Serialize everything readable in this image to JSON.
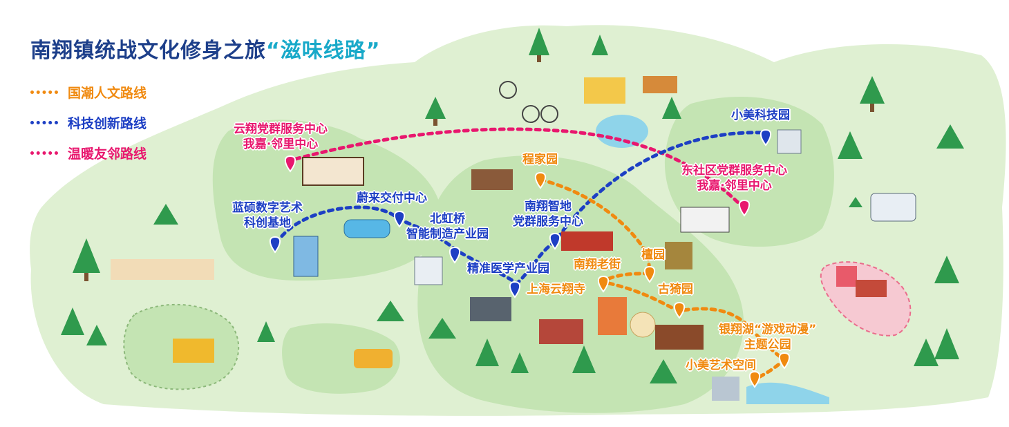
{
  "title": {
    "main": "南翔镇统战文化修身之旅",
    "highlight": "“滋味线路”"
  },
  "legend": [
    {
      "label": "国潮人文路线",
      "color": "#f08a10"
    },
    {
      "label": "科技创新路线",
      "color": "#1d3fc4"
    },
    {
      "label": "温暖友邻路线",
      "color": "#e8176e"
    }
  ],
  "colors": {
    "land_light": "#dff0d2",
    "land_mid": "#c4e4b3",
    "water": "#8fd4ea",
    "route_orange": "#f08a10",
    "route_blue": "#1d3fc4",
    "route_pink": "#e8176e"
  },
  "places": {
    "yunxiang_center": {
      "line1": "云翔党群服务中心",
      "line2": "我嘉·邻里中心",
      "route": "pink"
    },
    "lanshuo": {
      "line1": "蓝硕数字艺术",
      "line2": "科创基地",
      "route": "blue"
    },
    "weilai": {
      "line1": "蔚来交付中心",
      "route": "blue"
    },
    "beihongqiao": {
      "line1": "北虹桥",
      "line2": "智能制造产业园",
      "route": "blue"
    },
    "jingzhun": {
      "line1": "精准医学产业园",
      "route": "blue"
    },
    "chengjiayuan": {
      "line1": "程家园",
      "route": "orange"
    },
    "nanxiang_zhidi": {
      "line1": "南翔智地",
      "line2": "党群服务中心",
      "route": "blue"
    },
    "xiaomei_keji": {
      "line1": "小美科技园",
      "route": "blue"
    },
    "dongshequ": {
      "line1": "东社区党群服务中心",
      "line2": "我嘉·邻里中心",
      "route": "pink"
    },
    "tanyuan": {
      "line1": "檀园",
      "route": "orange"
    },
    "nanxiang_laojie": {
      "line1": "南翔老街",
      "route": "orange"
    },
    "yunxiang_si": {
      "line1": "上海云翔寺",
      "route": "orange"
    },
    "guyiyuan": {
      "line1": "古猗园",
      "route": "orange"
    },
    "yinxianghu": {
      "line1": "银翔湖“游戏动漫”",
      "line2": "主题公园",
      "route": "orange"
    },
    "xiaomei_yishu": {
      "line1": "小美艺术空间",
      "route": "orange"
    }
  }
}
